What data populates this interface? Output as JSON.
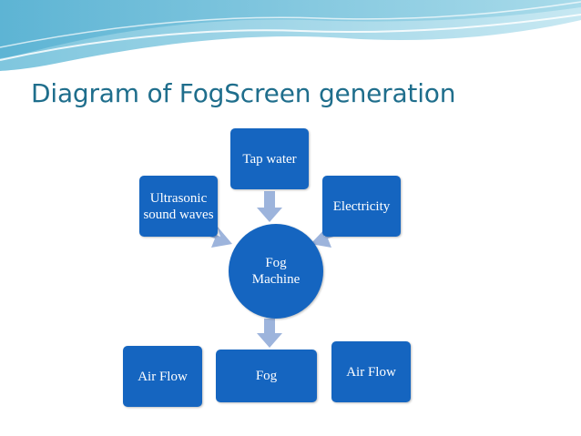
{
  "title": "Diagram of FogScreen generation",
  "colors": {
    "node": "#1565c0",
    "arrow": "#9db4dc",
    "title": "#1f6e8c"
  },
  "nodes": {
    "ultrasonic": "Ultrasonic sound waves",
    "tap_water": "Tap water",
    "electricity": "Electricity",
    "fog_machine": "Fog Machine",
    "air_flow_left": "Air Flow",
    "fog": "Fog",
    "air_flow_right": "Air Flow"
  }
}
